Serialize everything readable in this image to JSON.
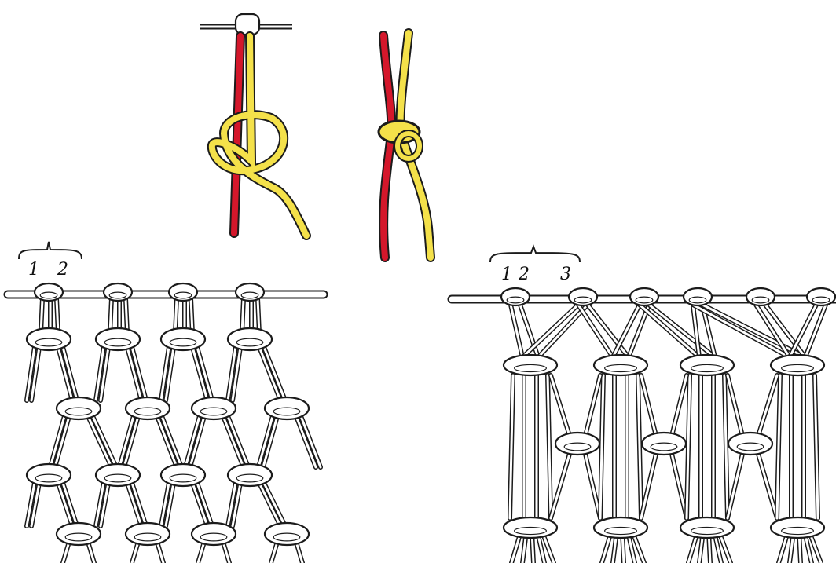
{
  "figures": [
    {
      "id": "knot-step-loose",
      "cords": [
        "red",
        "yellow"
      ],
      "colors": {
        "red": "#d4172b",
        "yellow": "#f4e14a",
        "outline": "#1b1b1b"
      }
    },
    {
      "id": "knot-step-tight",
      "cords": [
        "red",
        "yellow"
      ],
      "colors": {
        "red": "#d4172b",
        "yellow": "#f4e14a",
        "outline": "#1b1b1b"
      }
    },
    {
      "id": "net-pattern-a",
      "labels": [
        "1",
        "2"
      ]
    },
    {
      "id": "net-pattern-b",
      "labels": [
        "1",
        "2",
        "3"
      ]
    }
  ]
}
